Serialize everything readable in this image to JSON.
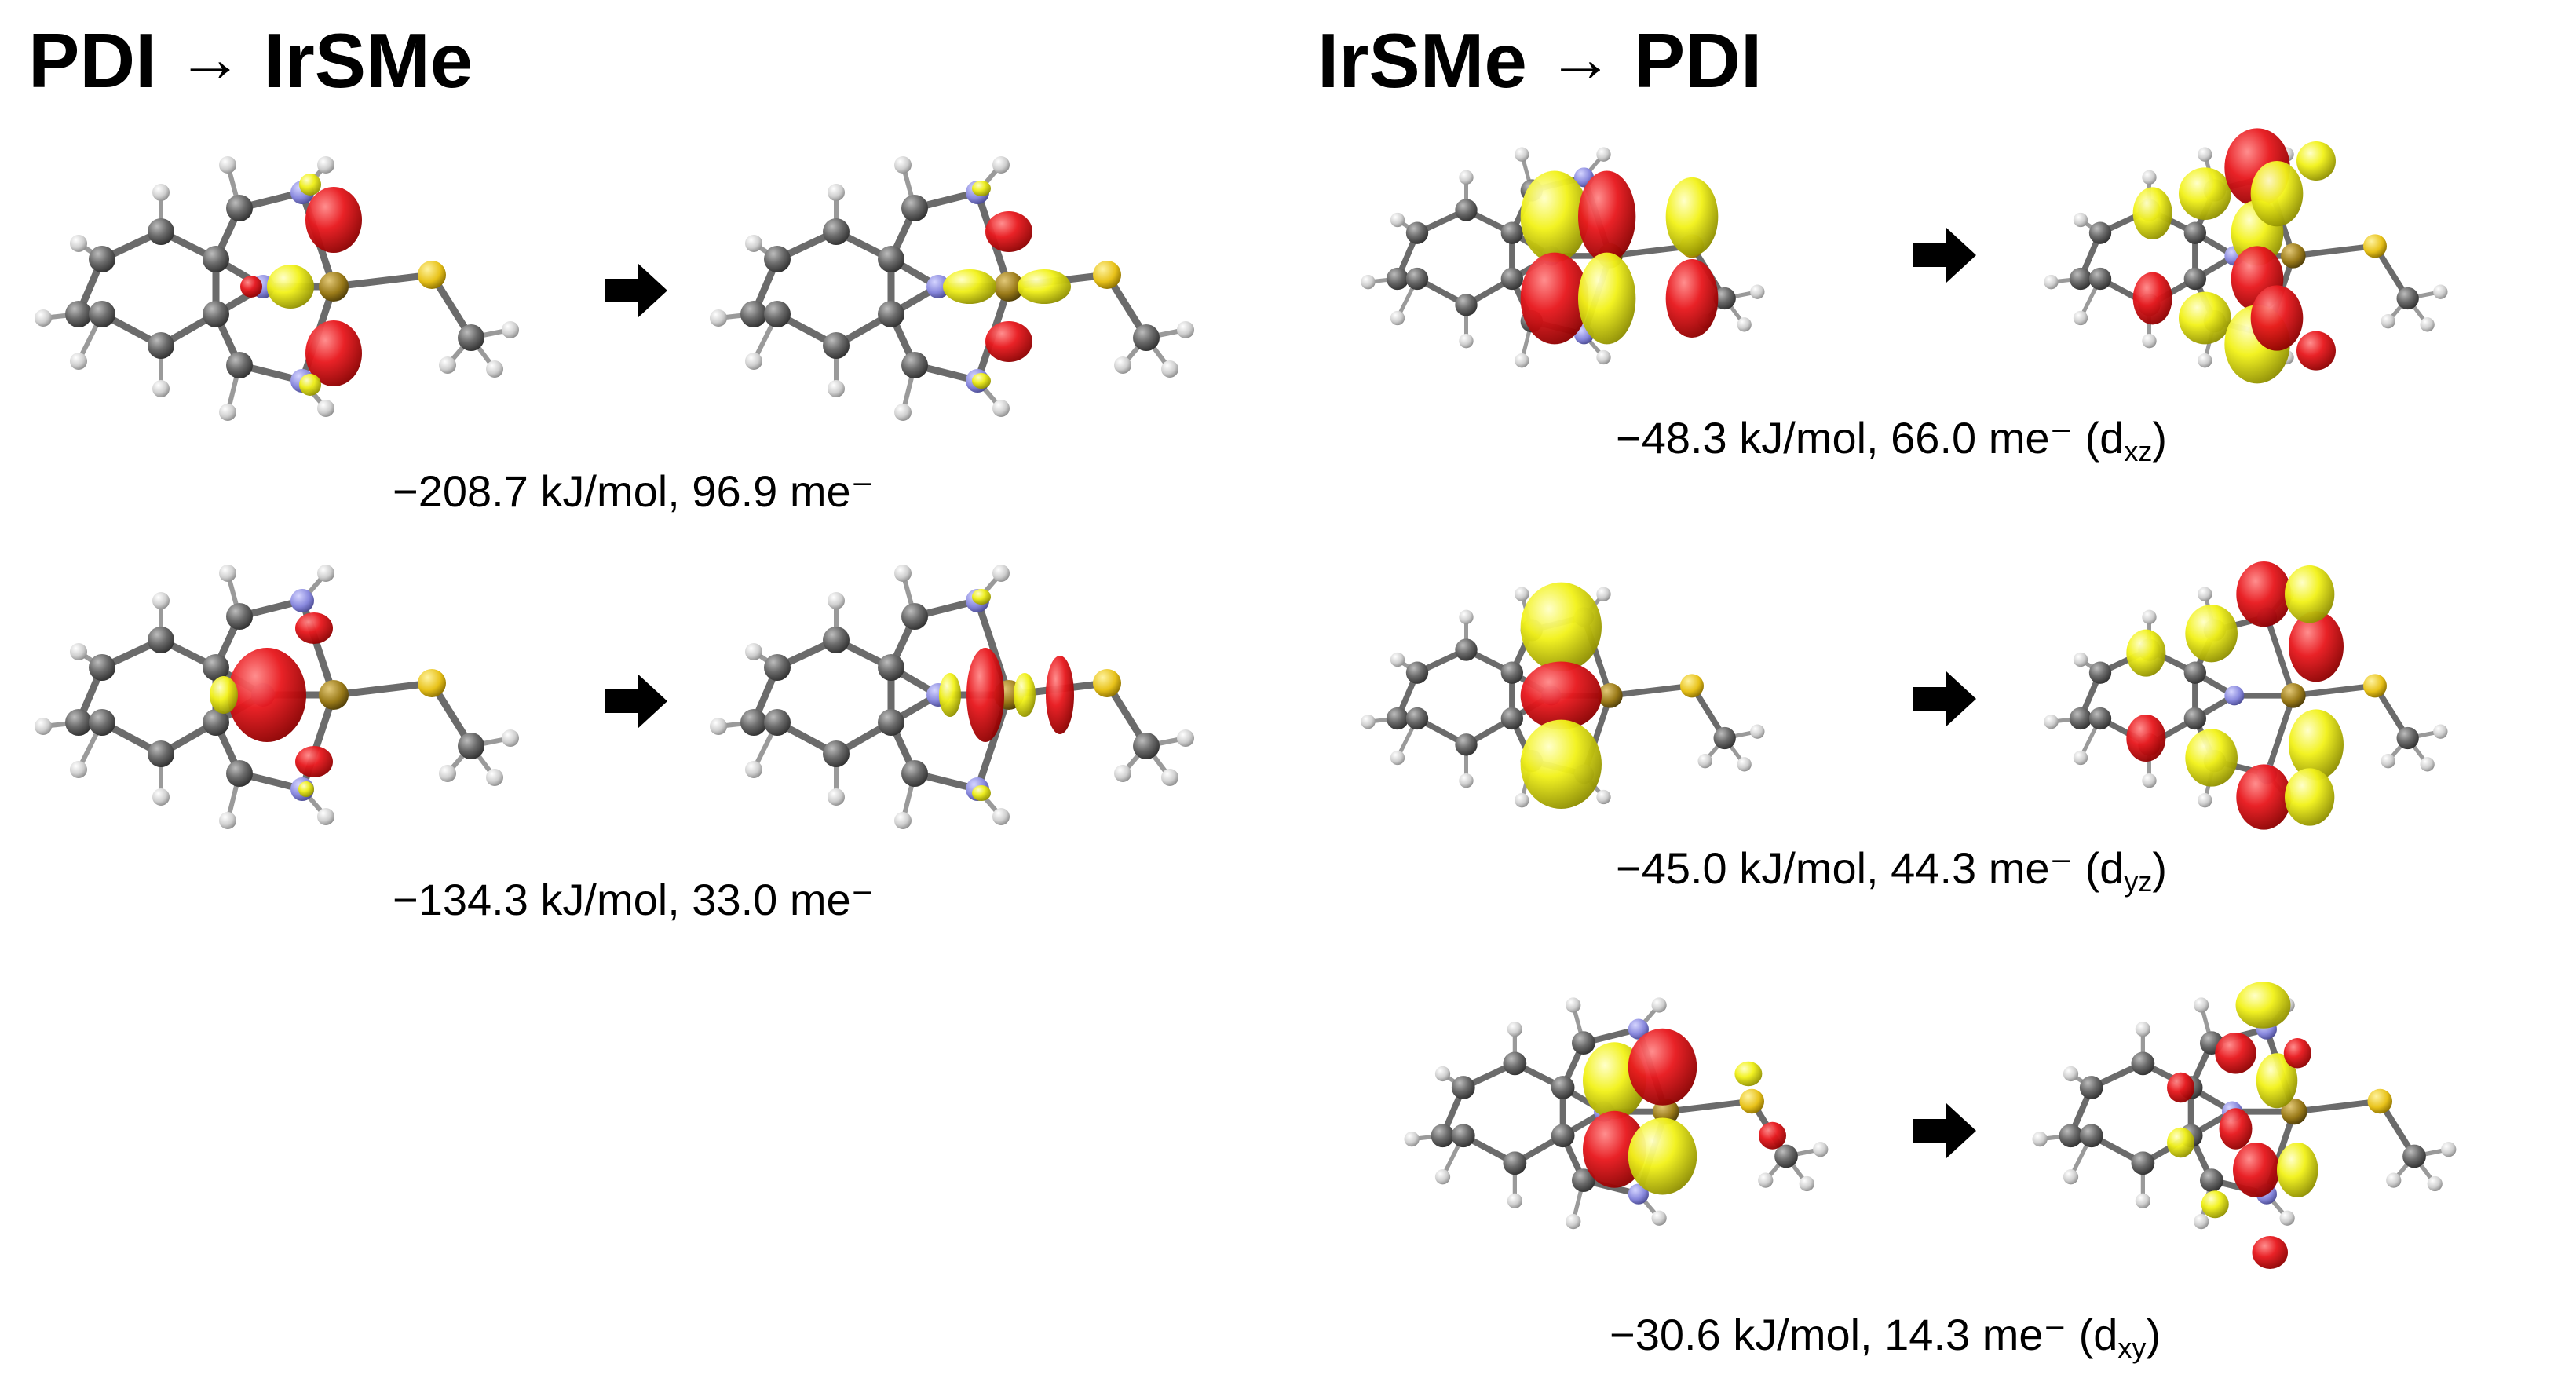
{
  "left_panel": {
    "title": {
      "from": "PDI",
      "arrow": "→",
      "to": "IrSMe"
    },
    "rows": [
      {
        "caption": "−208.7 kJ/mol, 96.9 me⁻"
      },
      {
        "caption": "−134.3 kJ/mol, 33.0 me⁻"
      }
    ]
  },
  "right_panel": {
    "title": {
      "from": "IrSMe",
      "arrow": "→",
      "to": "PDI"
    },
    "rows": [
      {
        "caption": "−48.3 kJ/mol, 66.0 me⁻ (d",
        "orbital": "xz",
        "close": ")"
      },
      {
        "caption": "−45.0 kJ/mol, 44.3 me⁻ (d",
        "orbital": "yz",
        "close": ")"
      },
      {
        "caption": "−30.6 kJ/mol, 14.3 me⁻ (d",
        "orbital": "xy",
        "close": ")"
      }
    ]
  },
  "colors": {
    "lobe_positive": "#e8191e",
    "lobe_negative": "#f2f21a",
    "carbon": "#6b6b6b",
    "hydrogen": "#cfcfcf",
    "nitrogen": "#8888dd",
    "iridium": "#9a7a18",
    "sulfur": "#e8c21a",
    "arrow": "#000000"
  }
}
